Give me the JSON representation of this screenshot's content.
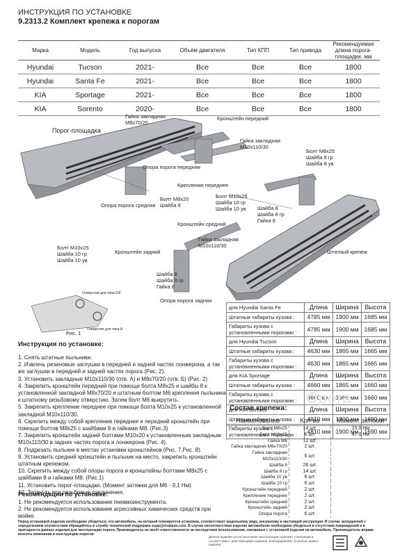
{
  "header": {
    "line1": "ИНСТРУКЦИЯ ПО УСТАНОВКЕ",
    "line2": "9.2313.2 Комплект крепежа к порогам"
  },
  "vehicles": {
    "headers": [
      "Марка",
      "Модель",
      "Год выпуска",
      "Объём двигателя",
      "Тип КПП",
      "Тип привода",
      "Рекомендуемая длина порога-площадки, мм"
    ],
    "rows": [
      [
        "Hyundai",
        "Tucson",
        "2021-",
        "Все",
        "Все",
        "Все",
        "1800"
      ],
      [
        "Hyundai",
        "Santa Fe",
        "2021-",
        "Все",
        "Все",
        "Все",
        "1800"
      ],
      [
        "KIA",
        "Sportage",
        "2021-",
        "Все",
        "Все",
        "Все",
        "1800"
      ],
      [
        "KIA",
        "Sorento",
        "2020-",
        "Все",
        "Все",
        "Все",
        "1800"
      ]
    ]
  },
  "diagram": {
    "labels": {
      "nut_front": "Гайка закладная\nM8x70/20",
      "bracket_front": "Кронштейн передний",
      "nut_m10": "Гайка закладная\nM10x110/30",
      "threshold": "Порог-площадка",
      "bolt_m8x25_right": "Болт M8x25\nШайба 8 гр\nШайба 8 ув",
      "support_front": "Опора порога передняя",
      "mount_front": "Крепление переднее",
      "bolt_m8x20": "Болт M8x20\nШайба 8",
      "support_mid": "Опора порога средняя",
      "bolt_m10x25_mid": "Болт M10x25\nШайба 10 гр\nШайба 10 ув",
      "washers_mid": "Шайба 8\nШайба 8 гр\nГайка 8",
      "bracket_mid": "Кронштейн средний",
      "nut_m10_lower": "Гайка закладная\nM10x110/30",
      "standard_mount": "Штатный крепеж",
      "bolt_m10x25_left": "Болт M10x25\nШайба 10 гр\nШайба 10 ув",
      "bracket_rear": "Кронштейн задний",
      "washers_rear": "Шайба 8\nШайба 8 гр\nГайка 8",
      "support_rear": "Опора порога задняя",
      "hole_df": "Отверстия для типа D/F",
      "hole_a": "Отверстия для типа А",
      "fig1": "Рис. 1"
    }
  },
  "dimensions": {
    "col_headers": [
      "Длина",
      "Ширина",
      "Высота"
    ],
    "groups": [
      {
        "title": "для Hyundai Santa Fe",
        "rows": [
          [
            "Штатные габариты кузова :",
            "4785 мм",
            "1900 мм",
            "1685 мм"
          ],
          [
            "Габариты кузова с установленными порогами :",
            "4785 мм",
            "1900 мм",
            "1685 мм"
          ]
        ]
      },
      {
        "title": "для Hyundai Tucson",
        "rows": [
          [
            "Штатные габариты кузова :",
            "4630 мм",
            "1865 мм",
            "1665 мм"
          ],
          [
            "Габариты кузова с установленными порогами :",
            "4630 мм",
            "1865 мм",
            "1665 мм"
          ]
        ]
      },
      {
        "title": "для KIA Sportage",
        "rows": [
          [
            "Штатные габариты кузова :",
            "4660 мм",
            "1865 мм",
            "1660 мм"
          ],
          [
            "Габариты кузова с установленными порогами :",
            "4660 мм",
            "1865 мм",
            "1660 мм"
          ]
        ]
      },
      {
        "title": "для KIA Sorento",
        "rows": [
          [
            "Штатные габариты кузова :",
            "4810 мм",
            "1900 мм",
            "1690 мм"
          ],
          [
            "Габариты кузова с установленными порогами :",
            "4810 мм",
            "1900 мм",
            "1690 мм"
          ]
        ]
      }
    ]
  },
  "instructions": {
    "title": "Инструкция по установке:",
    "steps": [
      "1. Снять штатные пыльники.",
      "2. Извлечь резиновые заглушки в передней и задней частях лонжерона, а так же заглушки в передней и задней частях порога (Рис. 2).",
      "3. Установить закладные M10x110/30 (отв. А) и M8x70/20 (отв. Б) (Рис. 2)",
      "4. Закрепить кронштейн передний при помощи болта M8x25 и шайбы 8 к установленной закладной M8x70/20 и штатным болтом M6 крепления пыльника к штатному резьбовому отверстию. Затем болт M6 выкрутить.",
      "5. Закрепить крепление переднее при помощи болта M10x25 к установленной закладной M10x110/30.",
      "6. Скрепить между собой крепление переднее и передний кронштейн при помощи болтов M8x25 с шайбами 8 и гайками M8. (Рис.3)",
      "7. Закрепить кронштейн задний болтами M10x20 к установленным закладным M10x110/30 в задних частях порога и лонжерона (Рис. 4).",
      "8. Подрезать пыльник в местах установки кронштейнов (Рис. 7,Рис. 8).",
      "9. Установить средний кронштейн и пыльник на место, закрепить кронштейн штатным крепежом.",
      "10.     Скрепить между собой опоры порога и кронштейны болтами M8x25 с шайбами 8 и гайками M8. (Рис.1)",
      "11.     Установить порог-площадки. (Момент затяжки для M6 - 9,1 Нм)",
      "12.     Затянуть все резьбовые соединения."
    ]
  },
  "kit": {
    "title": "Состав крепежа:",
    "headers": [
      "Наименование",
      "Кол-во",
      "Момент затяжки"
    ],
    "rows": [
      [
        "Болт M8x25",
        "14 шт.",
        "23.0 Нм"
      ],
      [
        "Болт M10x25",
        "6 шт.",
        "47.0 Нм"
      ],
      [
        "Гайка M8",
        "12 шт.",
        ""
      ],
      [
        "Гайка закладная M8x70/20",
        "2 шт.",
        ""
      ],
      [
        "Гайка закладная M10x110/30",
        "6 шт.",
        ""
      ],
      [
        "Шайба 8",
        "26 шт.",
        ""
      ],
      [
        "Шайба 8 гр",
        "14 шт.",
        ""
      ],
      [
        "Шайба 10 ув",
        "6 шт.",
        ""
      ],
      [
        "Шайба 10 гр",
        "6 шт.",
        ""
      ],
      [
        "Кронштейн передний",
        "2 шт.",
        ""
      ],
      [
        "Крепление переднее",
        "2 шт.",
        ""
      ],
      [
        "Кронштейн средний",
        "2 шт.",
        ""
      ],
      [
        "Кронштейн задний",
        "2 шт.",
        ""
      ],
      [
        "Опора порога",
        "6 шт.",
        ""
      ]
    ]
  },
  "recommendations": {
    "title": "Рекомендации по установке:",
    "items": [
      "1. Не рекомендуется использование пневмоинструмента.",
      "2. Не рекомендуется использование агрессивных химических средств при мойке."
    ]
  },
  "footer": {
    "text": "Перед установкой изделия необходимо убедиться, что автомобиль, на который планируется установка, соответствует модельному ряду, указанному в настоящей инструкции. В случае затруднений с определением соответствия обращайтесь в службу технической поддержки supp@rivalauto.com. В случае несоответствия изделия автомобилю необходимо убедиться в отсутствии повреждений и в пригодности данных изделия для эксплуатации порога. Производитель не несёт ответственности за последствия использования, связанные с установкой изделия на автомобиль. Производитель вправе вносить изменения в конструкцию порогов.",
    "small": "Данное изделие после окончания эксплуатации подлежит утилизации в соответствии с действующими нормами. Благодарим Вас за выбор нашего изделия."
  },
  "watermark": "Opora"
}
